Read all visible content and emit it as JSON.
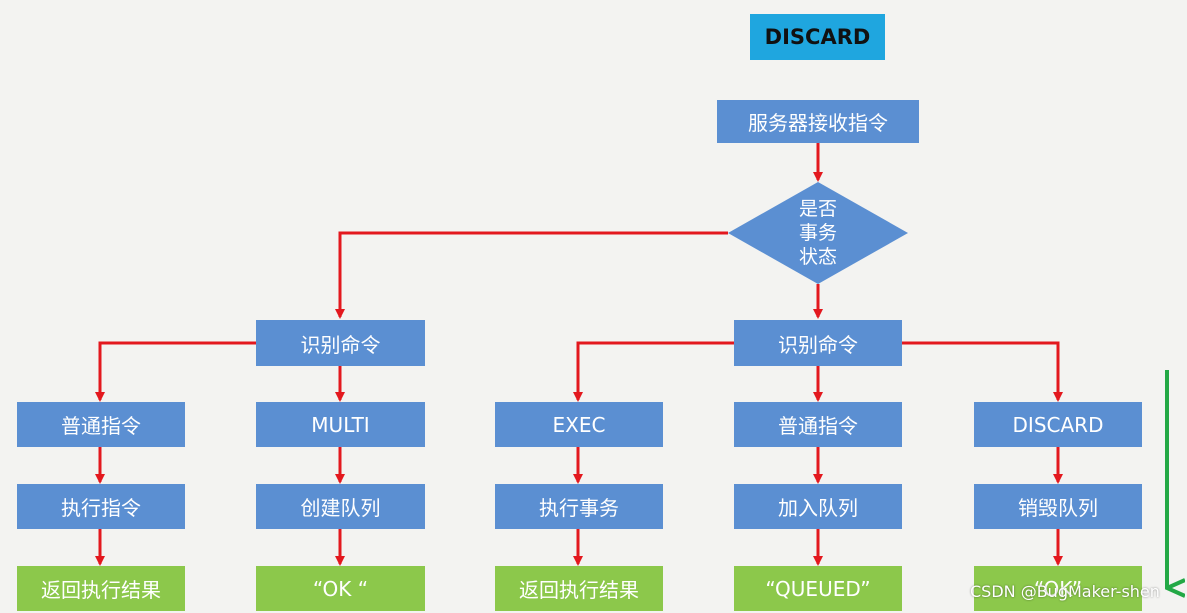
{
  "title": "DISCARD",
  "receive": "服务器接收指令",
  "decision": {
    "line1": "是否",
    "line2": "事务",
    "line3": "状态"
  },
  "left_branch": {
    "identify": "识别命令",
    "normal": {
      "command": "普通指令",
      "action": "执行指令",
      "result": "返回执行结果"
    },
    "multi": {
      "command": "MULTI",
      "action": "创建队列",
      "result": "“OK “"
    }
  },
  "right_branch": {
    "identify": "识别命令",
    "exec": {
      "command": "EXEC",
      "action": "执行事务",
      "result": "返回执行结果"
    },
    "normal": {
      "command": "普通指令",
      "action": "加入队列",
      "result": "“QUEUED”"
    },
    "discard": {
      "command": "DISCARD",
      "action": "销毁队列",
      "result": "“OK”"
    }
  },
  "watermark": "CSDN @BugMaker-shen",
  "colors": {
    "box_blue": "#5b8fd2",
    "box_green": "#8cc84b",
    "title_cyan": "#1fa6df",
    "arrow_red": "#e3181e",
    "side_arrow_green": "#22a845"
  }
}
